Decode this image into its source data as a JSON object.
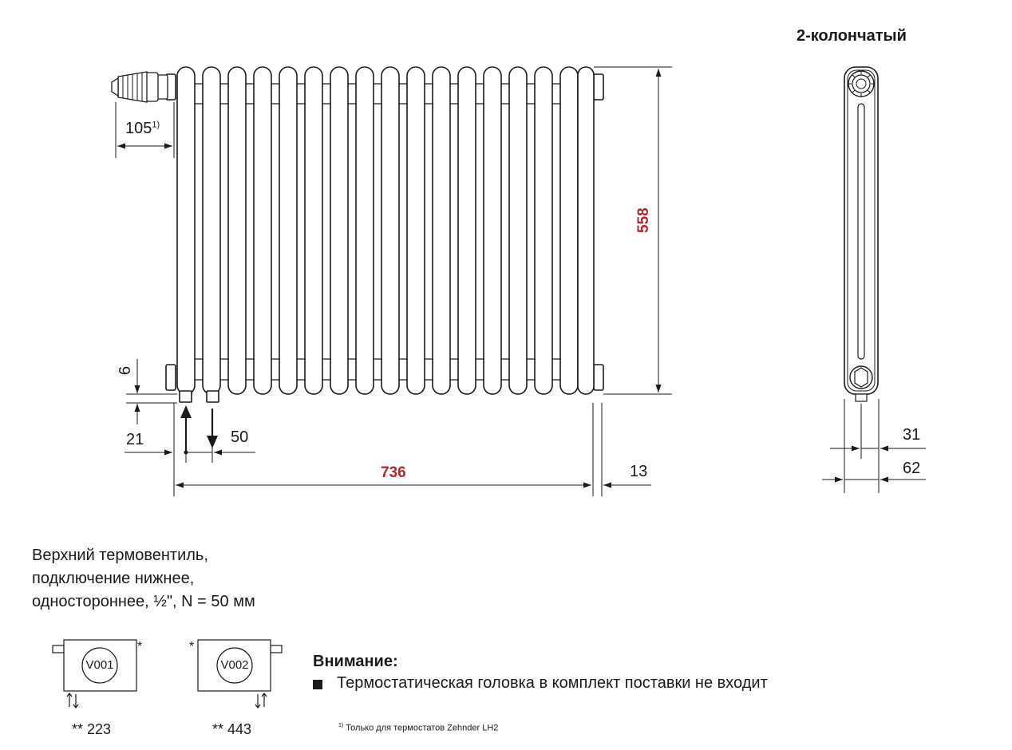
{
  "title": "2-колончатый",
  "dimensions": {
    "valve_offset": "105",
    "valve_offset_note": "1)",
    "height": "558",
    "width": "736",
    "depth_offset": "13",
    "bottom_gap": "6",
    "inlet_offset": "21",
    "connection_spacing": "50",
    "side_inner": "31",
    "side_outer": "62"
  },
  "description": [
    "Верхний термовентиль,",
    "подключение нижнее,",
    "одностороннее, ½\", N = 50 мм"
  ],
  "variants": [
    {
      "code": "V001",
      "number": "** 223",
      "star": "*"
    },
    {
      "code": "V002",
      "number": "** 443",
      "star": "*"
    }
  ],
  "attention": {
    "title": "Внимание:",
    "text": "Термостатическая головка в комплект поставки не входит"
  },
  "footnote": {
    "mark": "1)",
    "text": "Только для термостатов Zehnder LH2"
  },
  "colors": {
    "highlight": "#b3262e",
    "line": "#1a1a1a",
    "fill": "#ffffff"
  }
}
